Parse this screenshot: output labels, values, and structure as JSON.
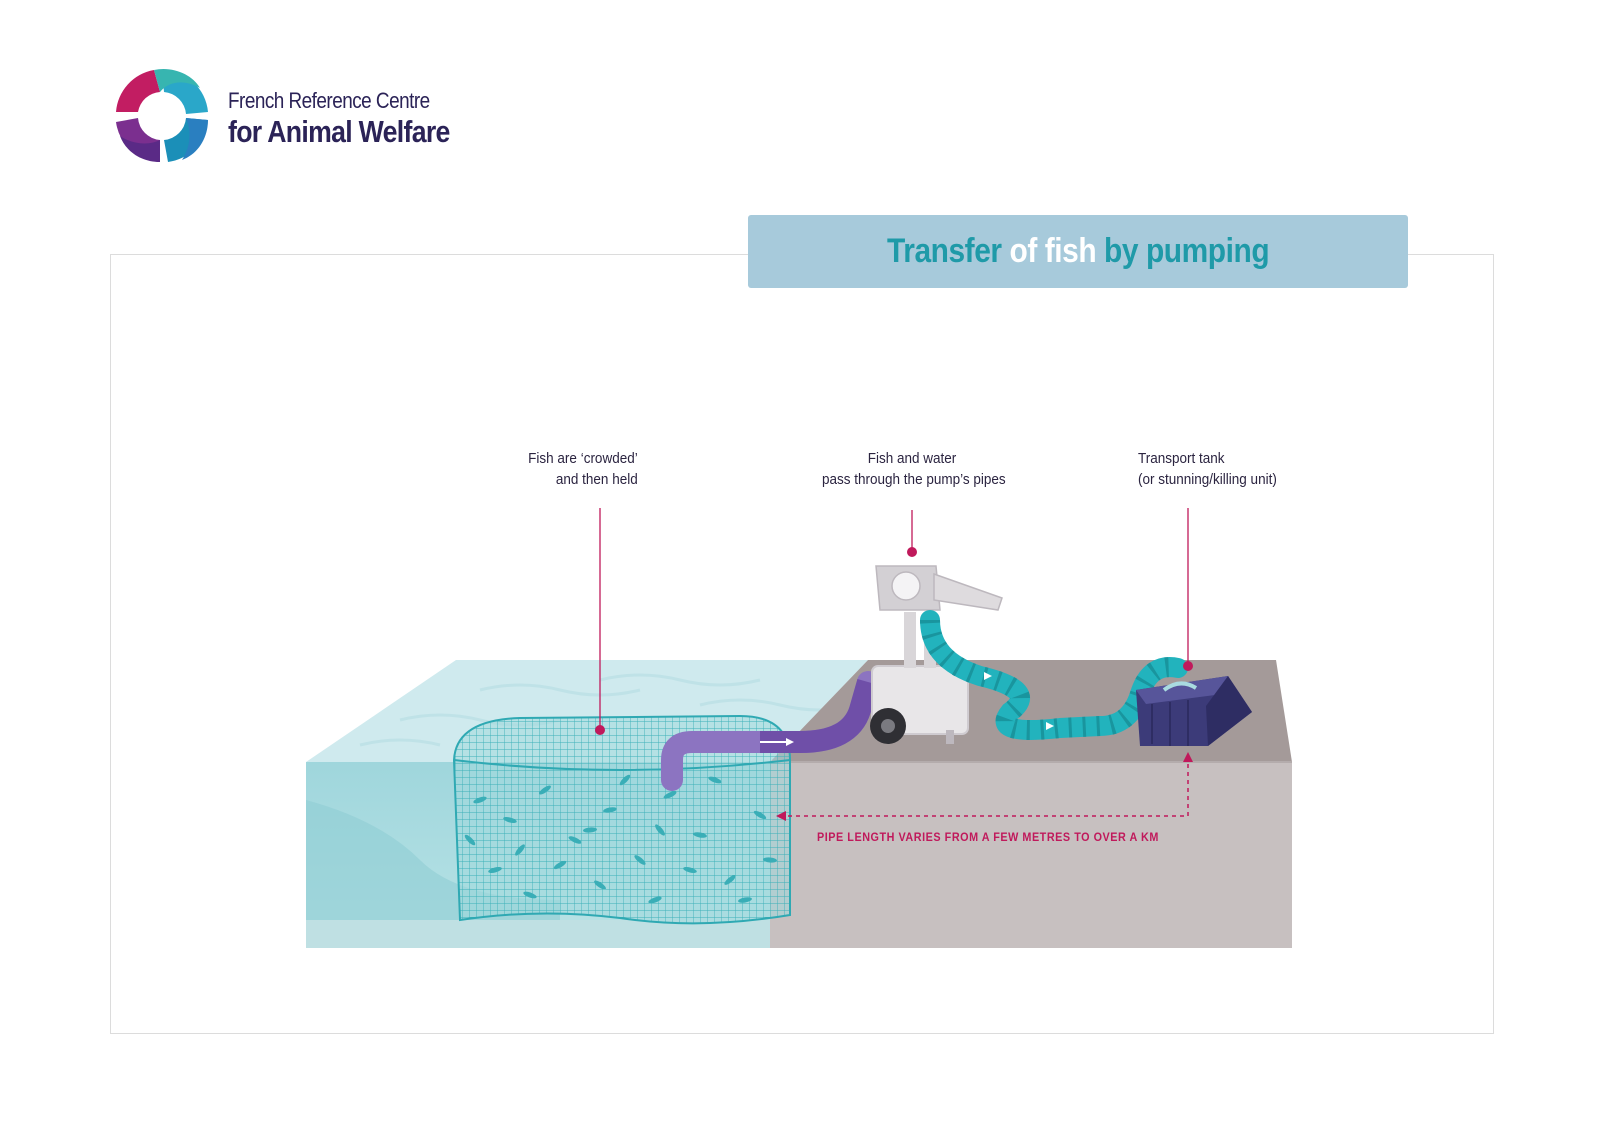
{
  "organization": {
    "name_line1": "French Reference Centre",
    "name_line2": "for Animal Welfare",
    "logo_icon": "circular-swirl-logo-icon"
  },
  "title": {
    "part1": "Transfer",
    "part2": "of fish",
    "part3": "by pumping"
  },
  "labels": {
    "net": {
      "line1": "Fish are ‘crowded’",
      "line2": "and then held"
    },
    "pump": {
      "line1": "Fish and water",
      "line2": "pass through the pump’s pipes"
    },
    "tank": {
      "line1": "Transport tank",
      "line2": "(or stunning/killing unit)"
    }
  },
  "pipe_note": "PIPE LENGTH VARIES FROM A FEW METRES TO OVER A KM",
  "colors": {
    "title_teal": "#1f9aa8",
    "title_band": "#a7cadb",
    "brand_navy": "#2b2357",
    "annotation_magenta": "#c0195b",
    "water": "#a9dbe0",
    "ground": "#c6bfbf",
    "pipe_teal": "#22b3bd",
    "pipe_purple": "#8a6dbb",
    "tank_navy": "#3b3a78"
  }
}
